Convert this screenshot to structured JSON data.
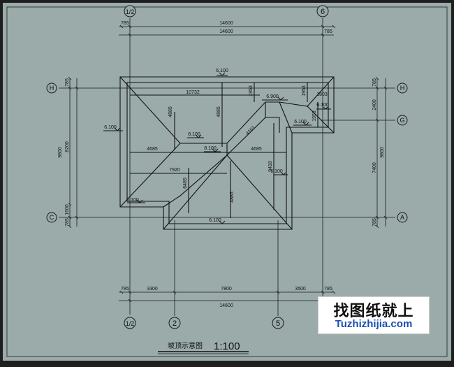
{
  "drawing": {
    "title_cn": "坡顶示意图",
    "scale": "1:100"
  },
  "grid_labels": {
    "top_left": "1/2",
    "top_right": "6",
    "bottom_1": "1/2",
    "bottom_2": "2",
    "bottom_3": "5",
    "left_H": "H",
    "left_C": "C",
    "right_H": "H",
    "right_G": "G",
    "right_A": "A"
  },
  "dims": {
    "top_785_left": "785",
    "top_14600_a": "14600",
    "top_14600_b": "14600",
    "top_785_right": "785",
    "bot_785_left": "785",
    "bot_3300": "3300",
    "bot_7800": "7800",
    "bot_3500": "3500",
    "bot_785_right": "785",
    "bot_14600": "14600",
    "left_785_top": "785",
    "left_8200": "8200",
    "left_9800": "9800",
    "left_1600": "1600",
    "left_785_bot": "785",
    "right_785_top": "785",
    "right_2400": "2400",
    "right_9800": "9800",
    "right_7400": "7400",
    "right_785_bot": "785",
    "in_10732": "10732",
    "in_4885_a": "4885",
    "in_4885_b": "4885",
    "in_1953_a": "1953",
    "in_1953_b": "1953",
    "in_1803": "1803",
    "in_4161": "4161",
    "in_4685_a": "4685",
    "in_4685_b": "4685",
    "in_7920": "7920",
    "in_9418": "9418",
    "in_6485": "6485",
    "in_4885_c": "4885",
    "in_1953_c": "1953"
  },
  "elevations": {
    "e1": "6.100",
    "e2": "6.900",
    "e3": "6.100",
    "e4": "6.100",
    "e5": "6.100",
    "e6": "8.100",
    "e7": "8.100",
    "e8": "6.100",
    "e9": "6.100",
    "e10": "6.100"
  },
  "watermark": {
    "cn": "找图纸就上",
    "en": "Tuzhizhijia.com"
  },
  "colors": {
    "paper": "#9aabaa",
    "line": "#1b1b1b",
    "border": "#222222"
  }
}
